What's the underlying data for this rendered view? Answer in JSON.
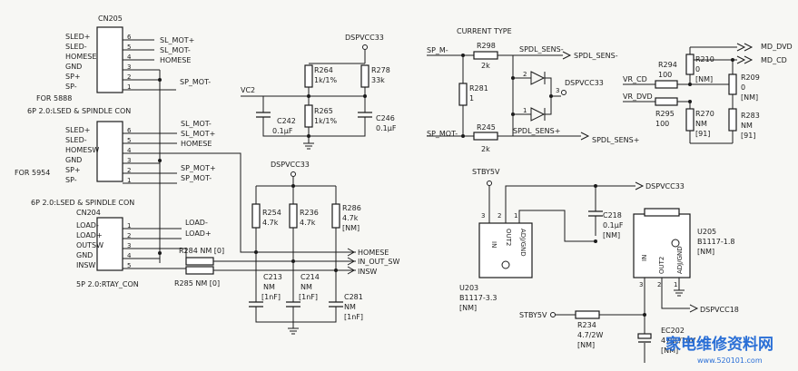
{
  "connectors": {
    "cn205": {
      "ref": "CN205",
      "pins": [
        "SLED+",
        "SLED-",
        "HOMESE",
        "GND",
        "SP+",
        "SP-"
      ],
      "nums": [
        "6",
        "5",
        "4",
        "3",
        "2",
        "1"
      ],
      "nets": [
        "SL_MOT+",
        "SL_MOT-",
        "HOMESE",
        "",
        "",
        "SP_MOT-"
      ],
      "note": "FOR 5888",
      "desc": "6P 2.0:LSED & SPINDLE CON"
    },
    "cn5954": {
      "pins": [
        "SLED+",
        "SLED-",
        "HOMESW",
        "GND",
        "SP+",
        "SP-"
      ],
      "nums": [
        "6",
        "5",
        "4",
        "3",
        "2",
        "1"
      ],
      "nets": [
        "SL_MOT-",
        "SL_MOT+",
        "HOMESE",
        "",
        "SP_MOT+",
        "SP_MOT-"
      ],
      "note": "FOR 5954",
      "desc": "6P 2.0:LSED & SPINDLE CON"
    },
    "cn204": {
      "ref": "CN204",
      "pins": [
        "LOAD-",
        "LOAD+",
        "OUTSW",
        "GND",
        "INSW"
      ],
      "nums": [
        "1",
        "2",
        "3",
        "4",
        "5"
      ],
      "nets": [
        "LOAD-",
        "LOAD+"
      ],
      "desc": "5P 2.0:RTAY_CON"
    }
  },
  "bias": {
    "supply": "DSPVCC33",
    "vc2": "VC2",
    "r264": [
      "R264",
      "1k/1%"
    ],
    "r278": [
      "R278",
      "33k"
    ],
    "r265": [
      "R265",
      "1k/1%"
    ],
    "c242": [
      "C242",
      "0.1μF"
    ],
    "c246": [
      "C246",
      "0.1μF"
    ]
  },
  "pullups": {
    "supply": "DSPVCC33",
    "r254": [
      "R254",
      "4.7k"
    ],
    "r236": [
      "R236",
      "4.7k"
    ],
    "r286": [
      "R286",
      "4.7k",
      "[NM]"
    ],
    "c213": [
      "C213",
      "NM",
      "[1nF]"
    ],
    "c214": [
      "C214",
      "NM",
      "[1nF]"
    ],
    "c281": [
      "C281",
      "NM",
      "[1nF]"
    ],
    "r284": "R284  NM  [0]",
    "r285": "R285  NM  [0]",
    "nets": [
      "HOMESE",
      "IN_OUT_SW",
      "INSW"
    ]
  },
  "current": {
    "title": "CURRENT TYPE",
    "sp_m": "SP_M-",
    "sp_mot": "SP_MOT-",
    "r298": [
      "R298",
      "2k"
    ],
    "r245": [
      "R245",
      "2k"
    ],
    "r281": [
      "R281",
      "1"
    ],
    "sens_minus": "SPDL_SENS-",
    "sens_plus": "SPDL_SENS+",
    "supply": "DSPVCC33",
    "pins": [
      "2",
      "3",
      "1"
    ]
  },
  "mdsel": {
    "vr_cd": "VR_CD",
    "vr_dvd": "VR_DVD",
    "r294": [
      "R294",
      "100"
    ],
    "r295": [
      "R295",
      "100"
    ],
    "r210": [
      "R210",
      "0",
      "[NM]"
    ],
    "r209": [
      "R209",
      "0",
      "[NM]"
    ],
    "r270": [
      "R270",
      "NM",
      "[91]"
    ],
    "r283": [
      "R283",
      "NM",
      "[91]"
    ],
    "md_dvd": "MD_DVD",
    "md_cd": "MD_CD"
  },
  "regs": {
    "stby": "STBY5V",
    "out33": "DSPVCC33",
    "u203": [
      "U203",
      "B1117-3.3",
      "[NM]"
    ],
    "c218": [
      "C218",
      "0.1μF",
      "[NM]"
    ],
    "u205": [
      "U205",
      "B1117-1.8",
      "[NM]"
    ],
    "out18": "DSPVCC18",
    "r234": [
      "R234",
      "4.7/2W",
      "[NM]"
    ],
    "ec202": [
      "EC202",
      "47μF/10V",
      "[NM]"
    ],
    "pin_in": "IN",
    "pin_out": "OUT2",
    "pin_adj": "ADJ/GND",
    "pin_nums": [
      "3",
      "2",
      "1"
    ]
  },
  "watermark": {
    "cn": "家电维修资料网",
    "url": "www.520101.com"
  }
}
